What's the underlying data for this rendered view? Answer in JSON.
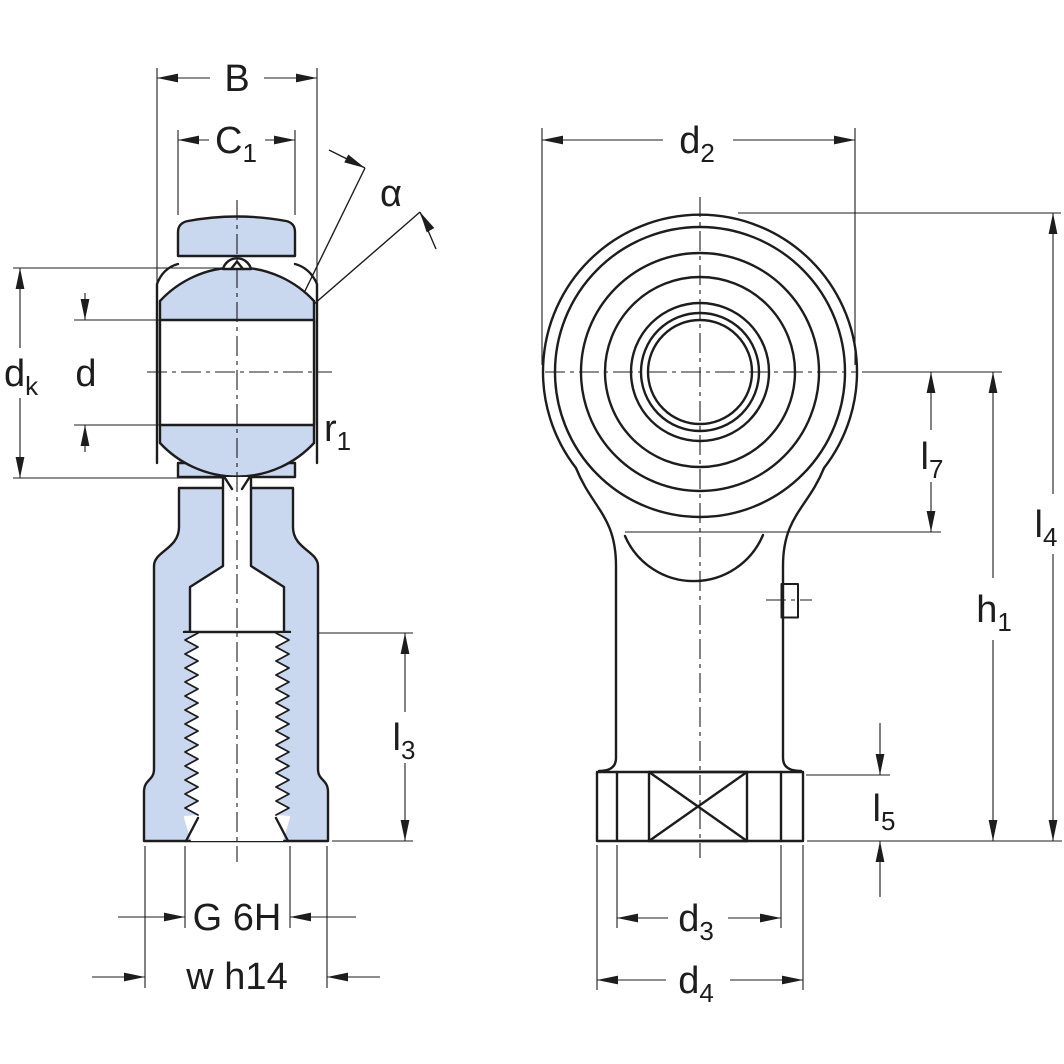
{
  "drawing": {
    "kind": "engineering dimension drawing",
    "subject": "rod end spherical plain bearing with female thread",
    "views": [
      "side section view",
      "front view"
    ]
  },
  "colors": {
    "section_fill": "#c9d7ef",
    "line": "#1d1d1d",
    "background": "#ffffff"
  },
  "labels": {
    "B": {
      "main": "B"
    },
    "C1": {
      "main": "C",
      "sub": "1"
    },
    "alpha": {
      "main": "α"
    },
    "dk": {
      "main": "d",
      "sub": "k"
    },
    "d": {
      "main": "d"
    },
    "r1": {
      "main": "r",
      "sub": "1"
    },
    "l3": {
      "main": "l",
      "sub": "3"
    },
    "G6H": {
      "main": "G 6H"
    },
    "wh14": {
      "main": "w h14"
    },
    "d2": {
      "main": "d",
      "sub": "2"
    },
    "l7": {
      "main": "l",
      "sub": "7"
    },
    "l4": {
      "main": "l",
      "sub": "4"
    },
    "h1": {
      "main": "h",
      "sub": "1"
    },
    "l5": {
      "main": "l",
      "sub": "5"
    },
    "d3": {
      "main": "d",
      "sub": "3"
    },
    "d4": {
      "main": "d",
      "sub": "4"
    }
  }
}
